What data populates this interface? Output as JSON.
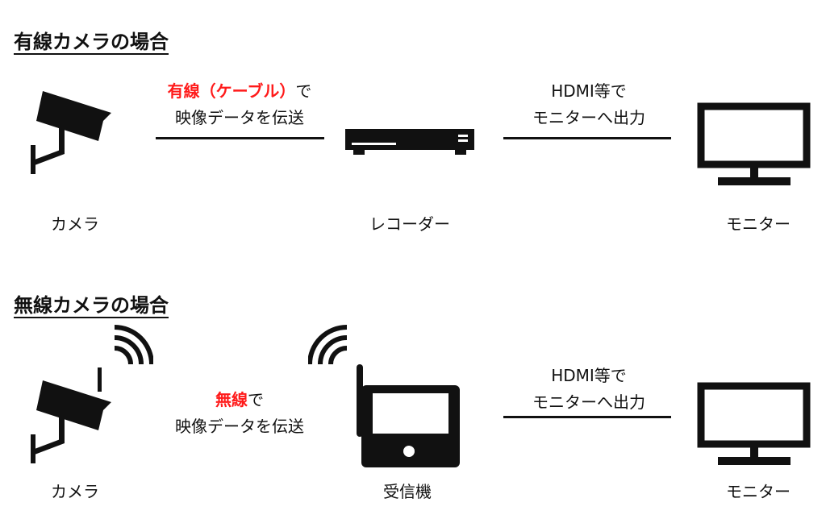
{
  "wired": {
    "title": "有線カメラの場合",
    "transfer_highlight": "有線（ケーブル）",
    "transfer_suffix": "で",
    "transfer_line2": "映像データを伝送",
    "hdmi_line1": "HDMI等で",
    "hdmi_line2": "モニターへ出力",
    "camera_label": "カメラ",
    "recorder_label": "レコーダー",
    "monitor_label": "モニター"
  },
  "wireless": {
    "title": "無線カメラの場合",
    "transfer_highlight": "無線",
    "transfer_suffix": "で",
    "transfer_line2": "映像データを伝送",
    "hdmi_line1": "HDMI等で",
    "hdmi_line2": "モニターへ出力",
    "camera_label": "カメラ",
    "receiver_label": "受信機",
    "monitor_label": "モニター"
  },
  "colors": {
    "highlight": "#ff1a1a",
    "icon": "#111111"
  }
}
